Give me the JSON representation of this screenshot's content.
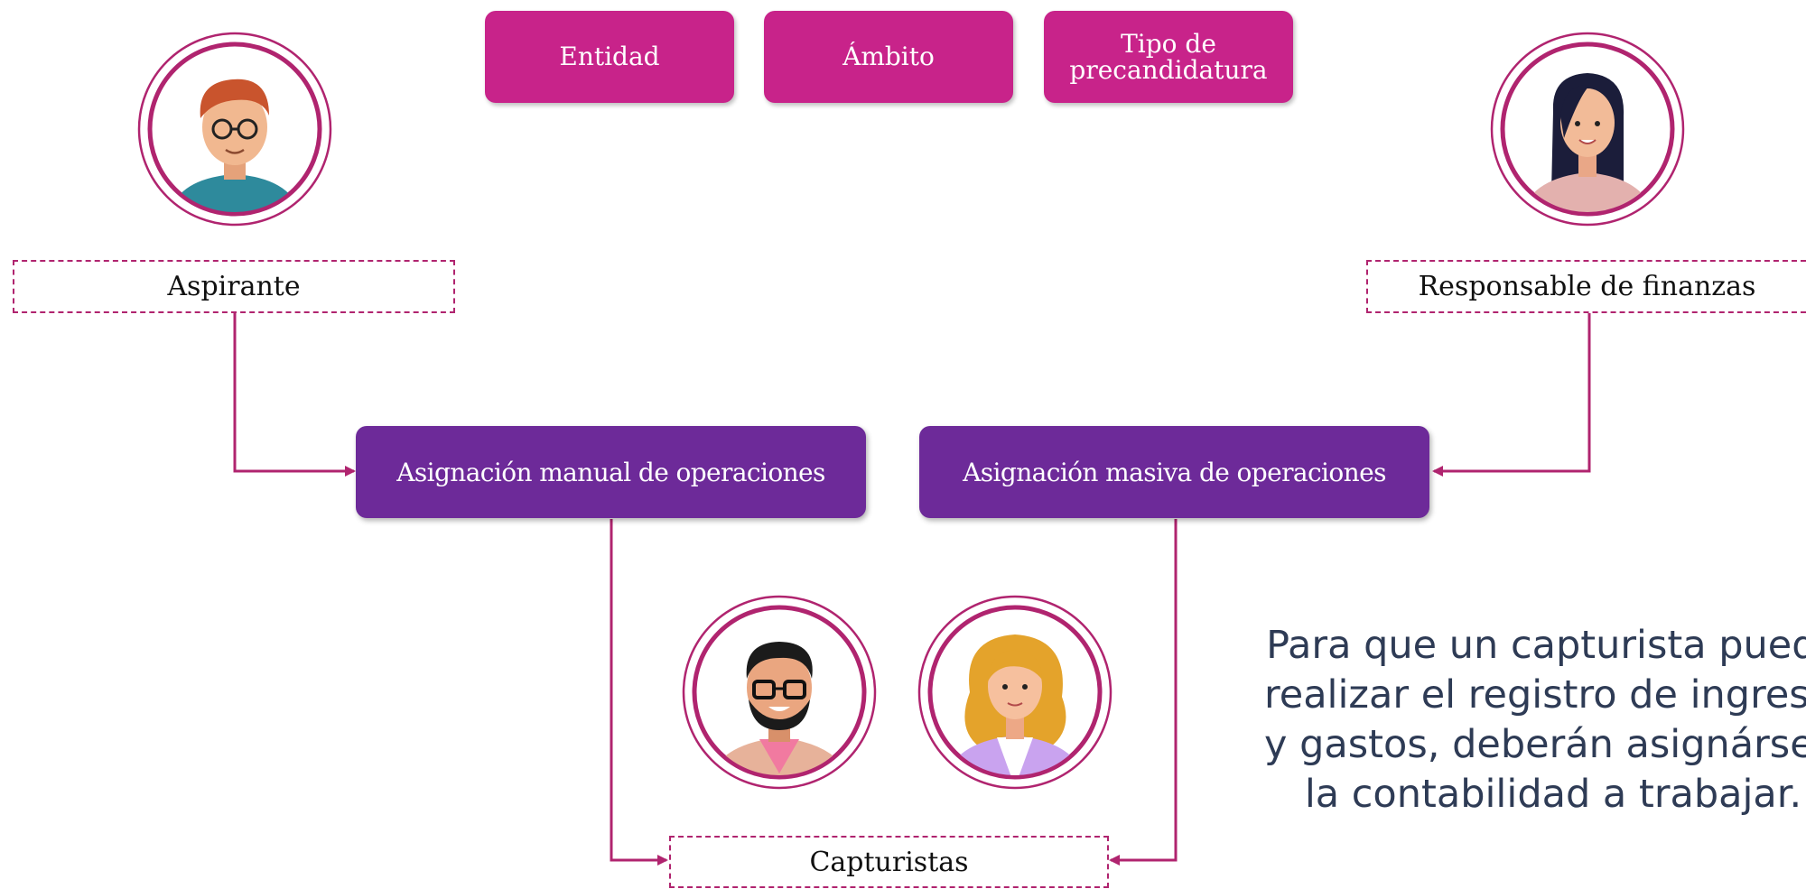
{
  "top_boxes": [
    "Entidad",
    "Ámbito",
    "Tipo de",
    "precandidatura"
  ],
  "roles": {
    "aspirante": "Aspirante",
    "responsable": "Responsable de finanzas",
    "capturistas": "Capturistas"
  },
  "process": {
    "manual": "Asignación manual de operaciones",
    "masiva": "Asignación masiva de operaciones"
  },
  "note_lines": [
    "Para que un capturista pueda",
    "realizar el registro de ingresos",
    "y gastos, deberán asignársele",
    "la contabilidad a trabajar."
  ],
  "colors": {
    "magenta": "#c8238a",
    "purple": "#6d2a99",
    "connector": "#b0246f",
    "text_dark": "#2e3b55"
  },
  "icons": [
    "man-avatar-icon",
    "woman-avatar-icon",
    "capturista-man-icon",
    "capturista-woman-icon",
    "arrow-right-icon",
    "arrow-left-icon"
  ]
}
